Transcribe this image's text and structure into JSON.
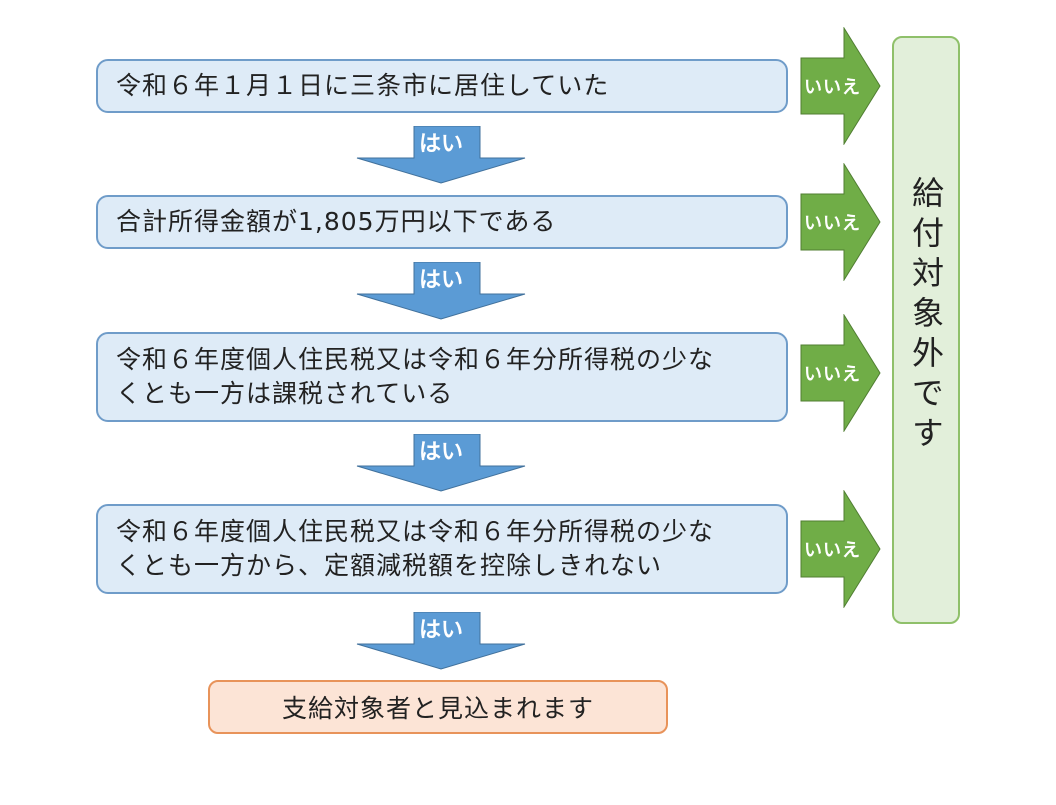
{
  "conditions": [
    {
      "lines": [
        "令和６年１月１日に三条市に居住していた"
      ]
    },
    {
      "lines": [
        "合計所得金額が1,805万円以下である"
      ]
    },
    {
      "lines": [
        "令和６年度個人住民税又は令和６年分所得税の少な",
        "くとも一方は課税されている"
      ]
    },
    {
      "lines": [
        "令和６年度個人住民税又は令和６年分所得税の少な",
        "くとも一方から、定額減税額を控除しきれない"
      ]
    }
  ],
  "yes_label": "はい",
  "no_label": "いいえ",
  "ineligible_text": "給付対象外です",
  "result_text": "支給対象者と見込まれます",
  "colors": {
    "condition_fill": "#deebf7",
    "condition_border": "#6f9cc9",
    "yes_arrow": "#5b9bd5",
    "no_arrow": "#70ad47",
    "ineligible_fill": "#e2efda",
    "result_fill": "#fce4d6"
  },
  "icons": {
    "yes_arrow": "down-arrow",
    "no_arrow": "right-arrow"
  }
}
